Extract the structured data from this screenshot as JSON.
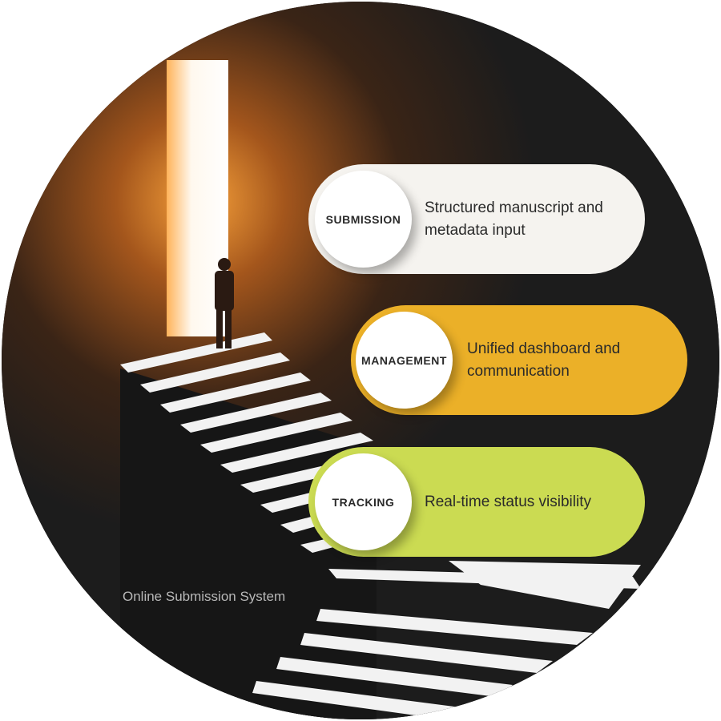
{
  "colors": {
    "submission": "#f5f3ef",
    "management": "#ebb028",
    "tracking": "#cbdb52",
    "background": "#1c1c1c",
    "glow": "#e8902a"
  },
  "steps": [
    {
      "label": "SUBMISSION",
      "description": "Structured manuscript and metadata input"
    },
    {
      "label": "MANAGEMENT",
      "description": "Unified dashboard and communication"
    },
    {
      "label": "TRACKING",
      "description": "Real-time status visibility"
    }
  ],
  "caption": "Online Submission System"
}
